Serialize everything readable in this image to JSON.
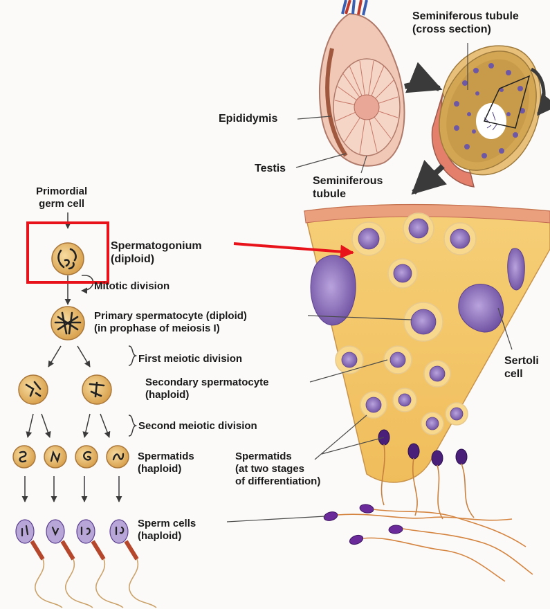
{
  "labels": {
    "seminiferous_tubule_cross": {
      "line1": "Seminiferous tubule",
      "line2": "(cross section)"
    },
    "epididymis": "Epididymis",
    "testis": "Testis",
    "seminiferous_tubule": {
      "line1": "Seminiferous",
      "line2": "tubule"
    },
    "primordial_germ_cell": {
      "line1": "Primordial",
      "line2": "germ cell"
    },
    "spermatogonium": {
      "line1": "Spermatogonium",
      "line2": "(diploid)"
    },
    "mitotic_division": "Mitotic division",
    "primary_spermatocyte": {
      "line1": "Primary spermatocyte (diploid)",
      "line2": "(in prophase of meiosis I)"
    },
    "first_meiotic_division": "First meiotic division",
    "secondary_spermatocyte": {
      "line1": "Secondary spermatocyte",
      "line2": "(haploid)"
    },
    "second_meiotic_division": "Second meiotic division",
    "spermatids_left": {
      "line1": "Spermatids",
      "line2": "(haploid)"
    },
    "spermatids_right": {
      "line1": "Spermatids",
      "line2": "(at two stages",
      "line3": "of differentiation)"
    },
    "sperm_cells": {
      "line1": "Sperm cells",
      "line2": "(haploid)"
    },
    "sertoli_cell": {
      "line1": "Sertoli",
      "line2": "cell"
    }
  },
  "colors": {
    "cell_fill": "#e8b866",
    "tubule_fill": "#f3c766",
    "nucleus": "#7a5aa8",
    "highlight": "#e8121b",
    "arrow_dark": "#3a3a3a"
  }
}
